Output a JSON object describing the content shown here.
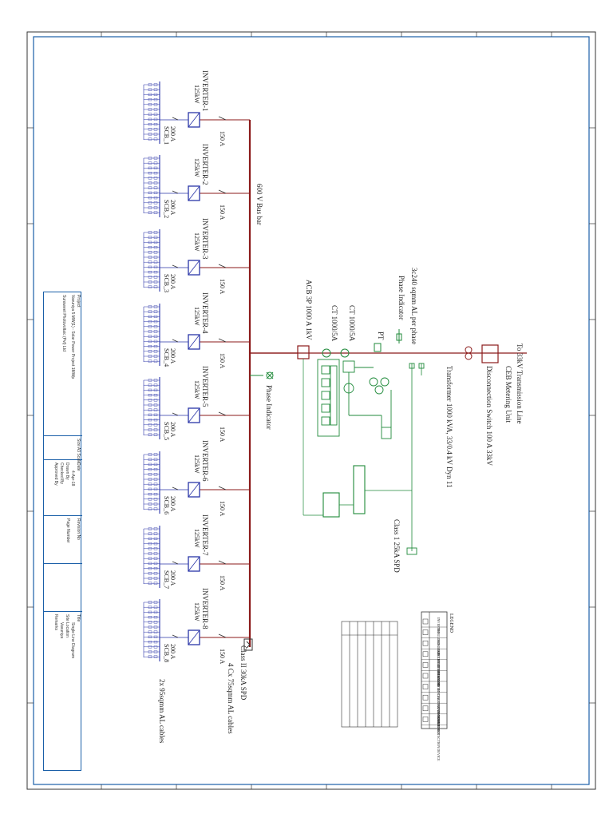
{
  "labels": {
    "to_line": "To 33kV Transmission Line",
    "ceb_meter": "CEB Metering Unit",
    "disconnect": "Disconnection Switch 100 A 33kV",
    "transformer": "Transformer 1000 kVA, 33/0.4 kV Dyn 11",
    "phase_ind_top": "Phase Indicator",
    "cable_top": "3c240 sqmm AL per phase",
    "pt": "PT",
    "ct1": "CT 1000/5A",
    "ct2": "CT 1000/5A",
    "acb": "ACB 3P 1000 A 1kV",
    "phase_ind_mid": "Phase Indicator",
    "busbar": "600 V Bus bar",
    "spd_top": "Class 1 25kA SPD",
    "spd_bottom": "Class II 30kA SPD",
    "cable_bottom": "4 Cx 75sqmm AL cables",
    "cable_string": "2x 95sqmm AL cables",
    "legend_title": "LEGEND"
  },
  "inverters": [
    {
      "name": "INVERTER-1",
      "kw": "125kW",
      "breaker": "150 A",
      "scb": "SCB_1",
      "scb_a": "200 A"
    },
    {
      "name": "INVERTER-2",
      "kw": "125kW",
      "breaker": "150 A",
      "scb": "SCB_2",
      "scb_a": "200 A"
    },
    {
      "name": "INVERTER-3",
      "kw": "125kW",
      "breaker": "150 A",
      "scb": "SCB_3",
      "scb_a": "200 A"
    },
    {
      "name": "INVERTER-4",
      "kw": "125kW",
      "breaker": "150 A",
      "scb": "SCB_4",
      "scb_a": "200 A"
    },
    {
      "name": "INVERTER-5",
      "kw": "125kW",
      "breaker": "150 A",
      "scb": "SCB_5",
      "scb_a": "200 A"
    },
    {
      "name": "INVERTER-6",
      "kw": "125kW",
      "breaker": "150 A",
      "scb": "SCB_6",
      "scb_a": "200 A"
    },
    {
      "name": "INVERTER-7",
      "kw": "125kW",
      "breaker": "150 A",
      "scb": "SCB_7",
      "scb_a": "200 A"
    },
    {
      "name": "INVERTER-8",
      "kw": "125kW",
      "breaker": "150 A",
      "scb": "SCB_8",
      "scb_a": "200 A"
    }
  ],
  "legend": [
    "INVERTER",
    "MOULDED CASE CIRCUIT BREAKER",
    "ISOLATOR",
    "AIR CIRCUIT BREAKER",
    "AMPERE METER",
    "VOLTMETER",
    "POTENTIAL TRANSFORMER",
    "CURRENT TRANSFORMER",
    "TRANSFORMER",
    "SURGE PROTECTION DEVICE"
  ],
  "titleblock": {
    "project_label": "Project",
    "project_value": "Vavuniya 5 MW(1) - Solar Power Project 1MWp",
    "desc_value": "Sunsweet Photovoltaic (Pvt) Ltd",
    "size_label": "Size A3 Scale",
    "date_label": "Date",
    "date_value": "4-Apr-18",
    "drawn_label": "Drawn By",
    "checked_label": "Checked By",
    "approved_label": "Approved By",
    "revision_label": "Revision No",
    "page_label": "Page Number",
    "title_label": "Title",
    "title_value": "Single Line Diagram",
    "location_label": "Site Location",
    "location_value": "Vavuniya",
    "remarks_label": "Remarks"
  },
  "colors": {
    "dc": "#2a35a8",
    "busbar": "#8b1a1a",
    "control": "#1f8a3a",
    "border": "#1a5fa8",
    "frame": "#333333"
  }
}
